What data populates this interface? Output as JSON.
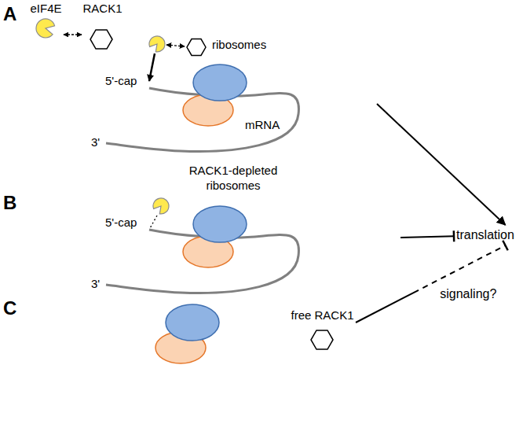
{
  "diagram": {
    "nodes": [
      {
        "text": [
          "eIF4E"
        ]
      },
      {
        "text": [
          "RACK1"
        ]
      },
      {
        "text": [
          "ribosomes"
        ]
      },
      {
        "text": [
          "RACK1-depleted ribosomes"
        ]
      },
      {
        "text": [
          "translation"
        ]
      },
      {
        "text": [
          "free RACK1"
        ]
      }
    ],
    "edges": [
      {
        "from": 0,
        "to": 1,
        "arrow": "both"
      },
      {
        "from": 2,
        "to": 4,
        "arrow": "to"
      },
      {
        "from": 3,
        "to": 4,
        "arrow": "to"
      },
      {
        "from": 5,
        "to": 4,
        "arrow": "to",
        "label": "signaling?"
      }
    ],
    "labels": [
      "A",
      "B",
      "C",
      "5'-cap",
      "mRNA",
      "3'",
      "5'-cap",
      "3'"
    ]
  }
}
